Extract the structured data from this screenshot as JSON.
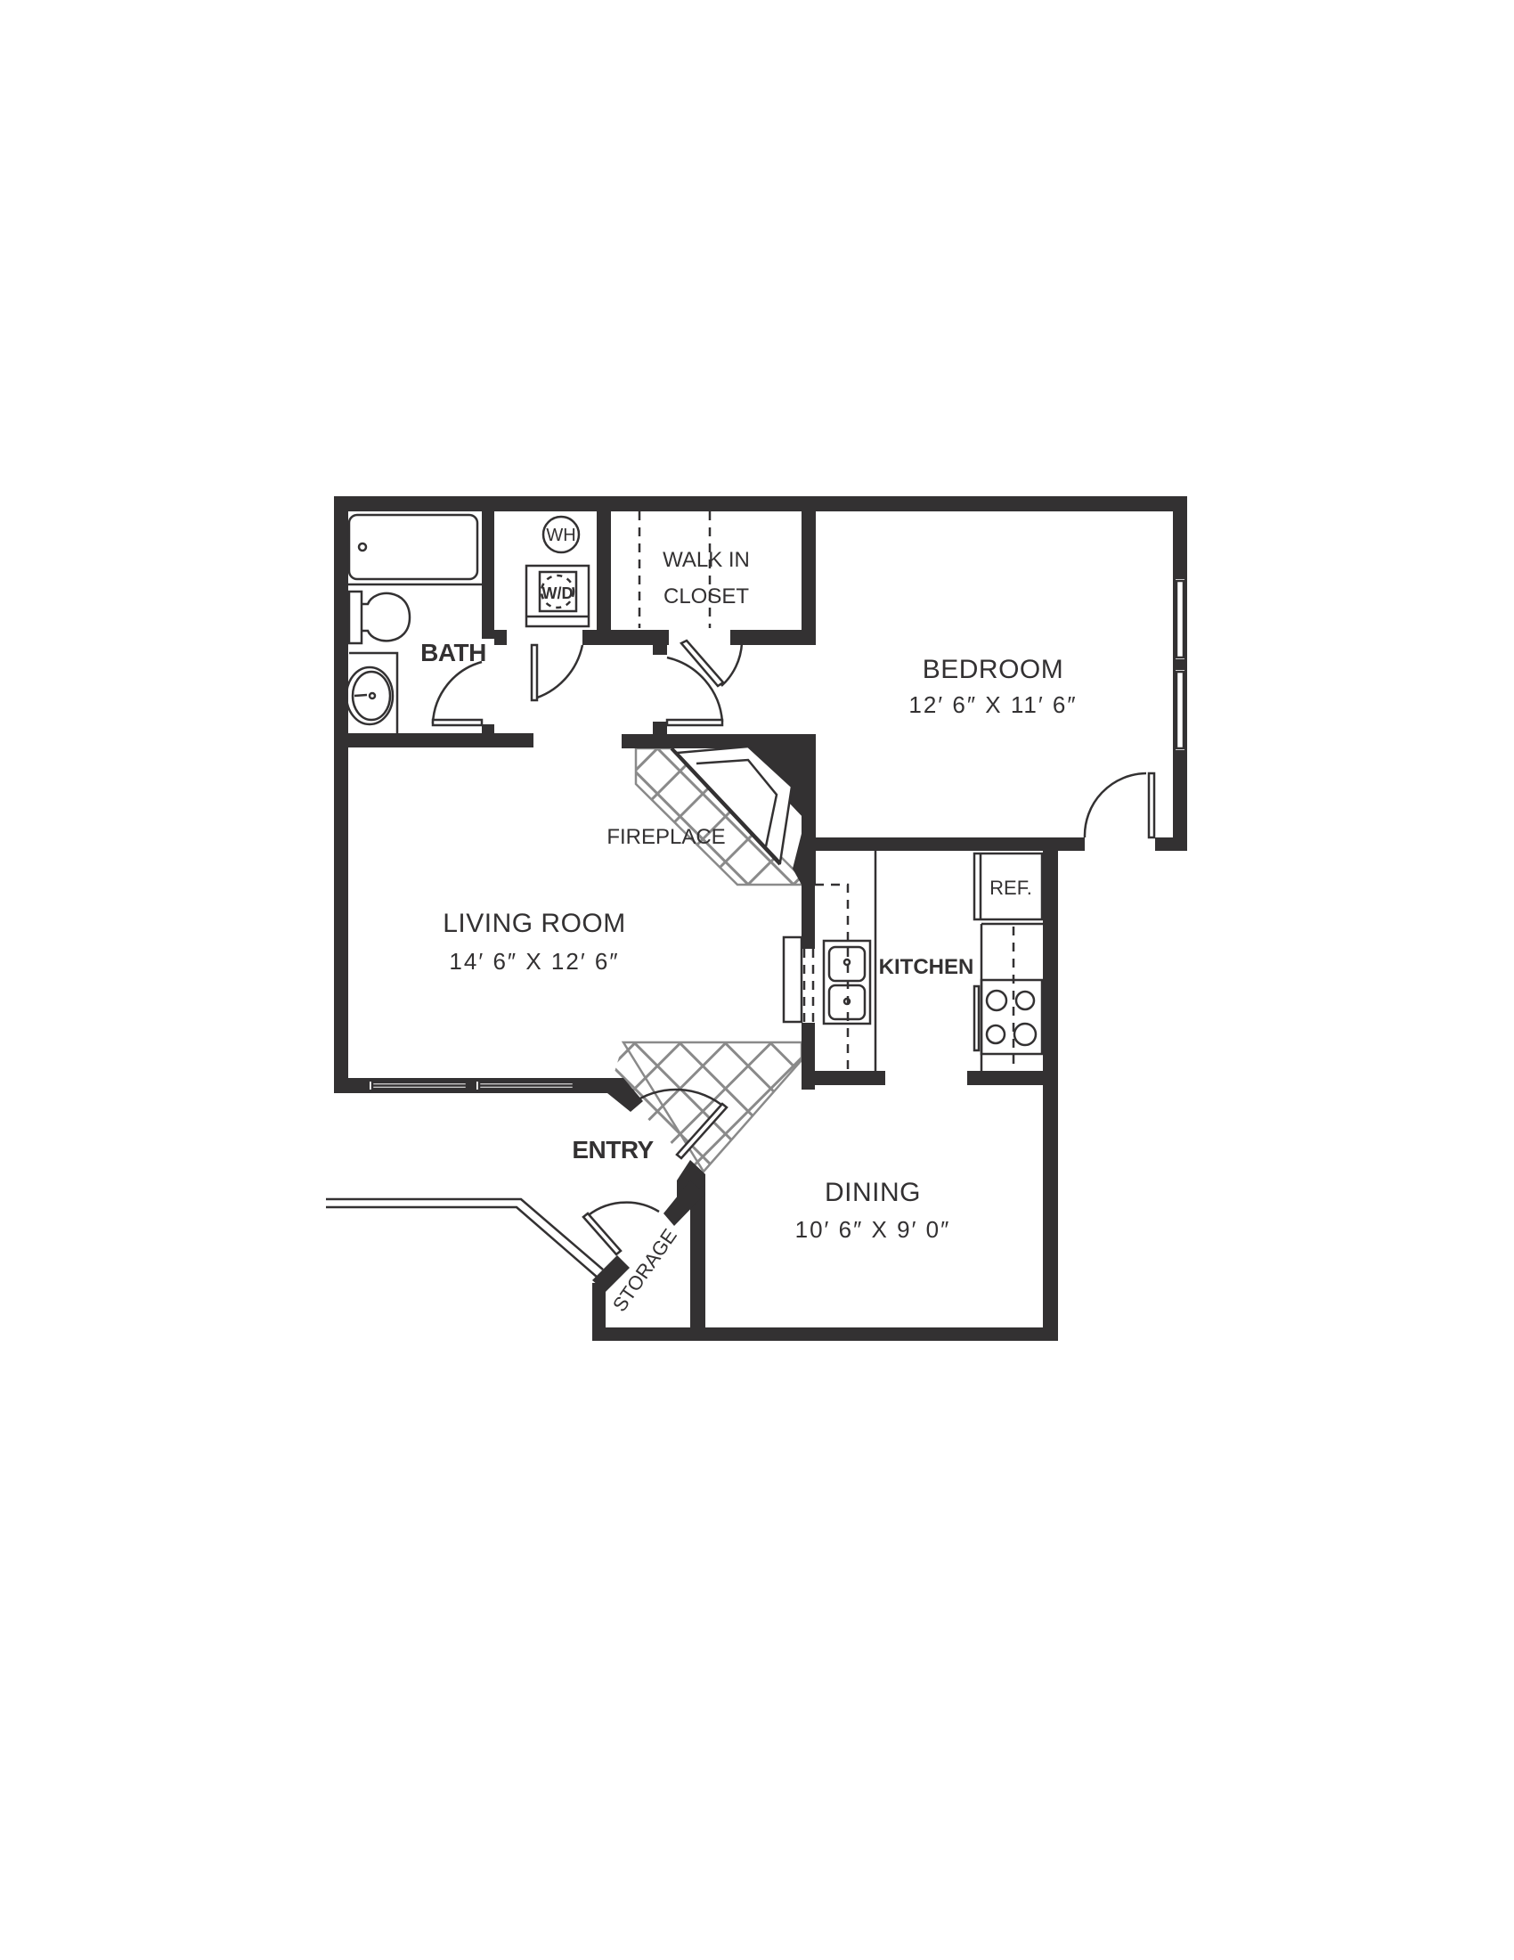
{
  "floor_plan": {
    "colors": {
      "wall": "#333132",
      "tile": "#8a8a8a",
      "background": "#ffffff"
    },
    "rooms": {
      "bath": {
        "name": "BATH"
      },
      "walk_in_closet": {
        "name_line1": "WALK IN",
        "name_line2": "CLOSET"
      },
      "bedroom": {
        "name": "BEDROOM",
        "dimensions": "12′ 6″ X 11′ 6″"
      },
      "living_room": {
        "name": "LIVING ROOM",
        "dimensions": "14′ 6″ X 12′ 6″"
      },
      "fireplace": {
        "name": "FIREPLACE"
      },
      "kitchen": {
        "name": "KITCHEN"
      },
      "entry": {
        "name": "ENTRY"
      },
      "dining": {
        "name": "DINING",
        "dimensions": "10′ 6″ X 9′ 0″"
      },
      "storage": {
        "name": "STORAGE"
      }
    },
    "fixtures": {
      "water_heater": "WH",
      "washer_dryer": "W/D",
      "refrigerator": "REF."
    }
  }
}
